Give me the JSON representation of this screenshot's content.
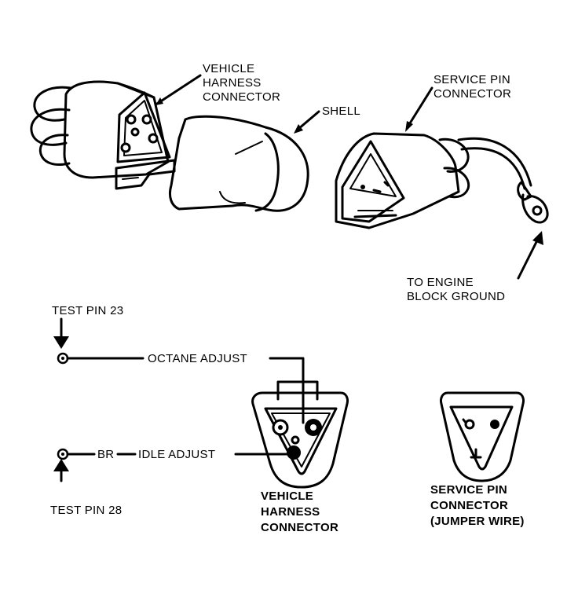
{
  "labels": {
    "vehicle_harness_top": [
      "VEHICLE",
      "HARNESS",
      "CONNECTOR"
    ],
    "shell": "SHELL",
    "service_pin_top": [
      "SERVICE PIN",
      "CONNECTOR"
    ],
    "engine_ground": [
      "TO ENGINE",
      "BLOCK GROUND"
    ],
    "test_pin_23": "TEST PIN 23",
    "test_pin_28": "TEST PIN 28",
    "octane_adjust": "OCTANE ADJUST",
    "br": "BR",
    "idle_adjust": "IDLE ADJUST",
    "vehicle_harness_bottom": [
      "VEHICLE",
      "HARNESS",
      "CONNECTOR"
    ],
    "service_pin_bottom": [
      "SERVICE PIN",
      "CONNECTOR",
      "(JUMPER WIRE)"
    ]
  }
}
